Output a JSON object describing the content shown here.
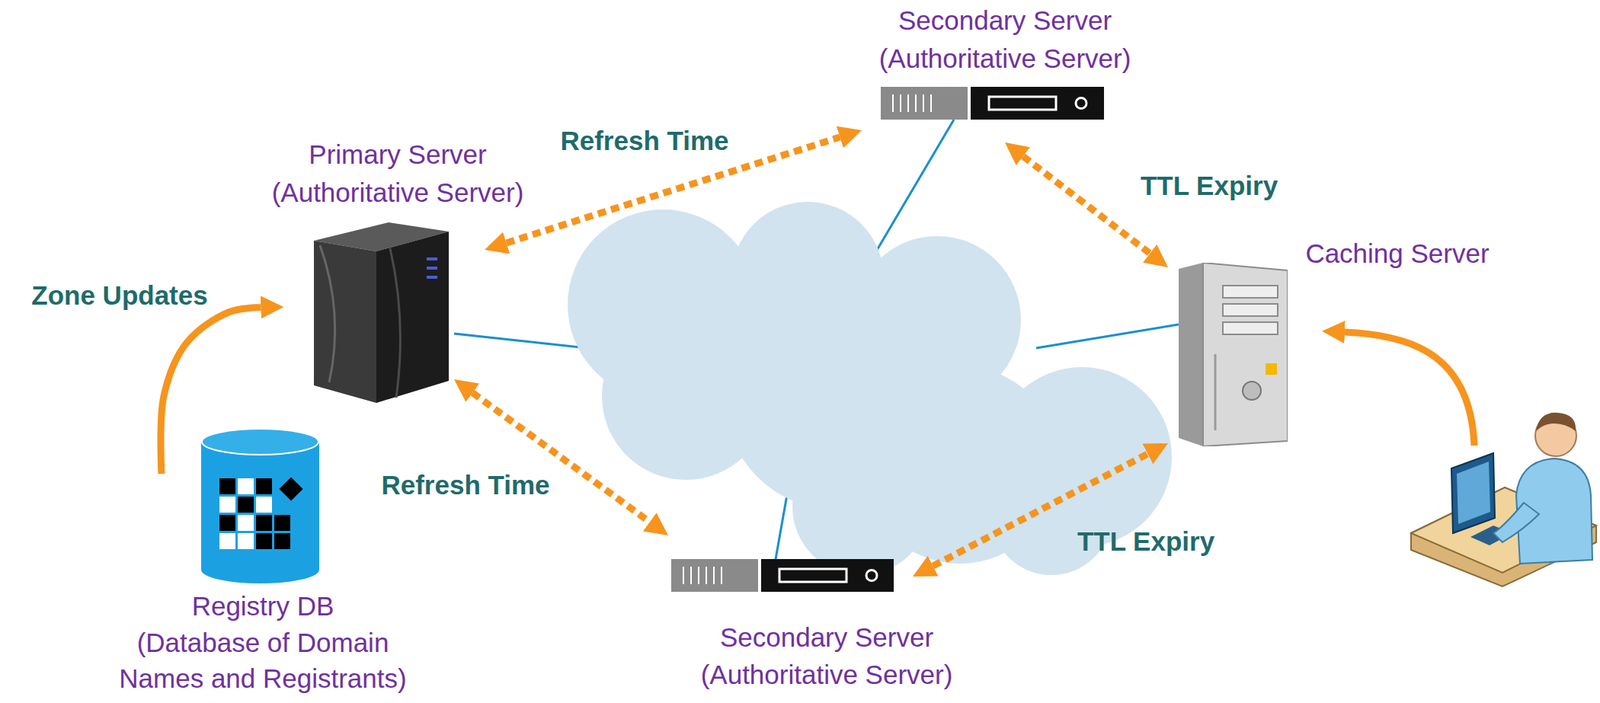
{
  "diagram": {
    "nodes": [
      {
        "text": [
          "Secondary Server",
          "(Authoritative Server)"
        ]
      },
      {
        "text": [
          "Primary Server",
          "(Authoritative Server)"
        ]
      },
      {
        "text": [
          "Caching Server"
        ]
      },
      {
        "text": [
          "Registry DB",
          "(Database of Domain Names and Registrants)"
        ]
      },
      {
        "text": [
          "Secondary Server",
          "(Authoritative Server)"
        ]
      }
    ],
    "edges": [
      {
        "from": 3,
        "to": 1,
        "label": "Zone Updates",
        "arrow": "to"
      },
      {
        "from": 1,
        "to": 0,
        "label": "Refresh Time",
        "arrow": "both"
      },
      {
        "from": 0,
        "to": 2,
        "label": "TTL Expiry",
        "arrow": "both"
      },
      {
        "from": 1,
        "to": 4,
        "label": "Refresh Time",
        "arrow": "both"
      },
      {
        "from": 4,
        "to": 2,
        "label": "TTL Expiry",
        "arrow": "both"
      }
    ]
  }
}
